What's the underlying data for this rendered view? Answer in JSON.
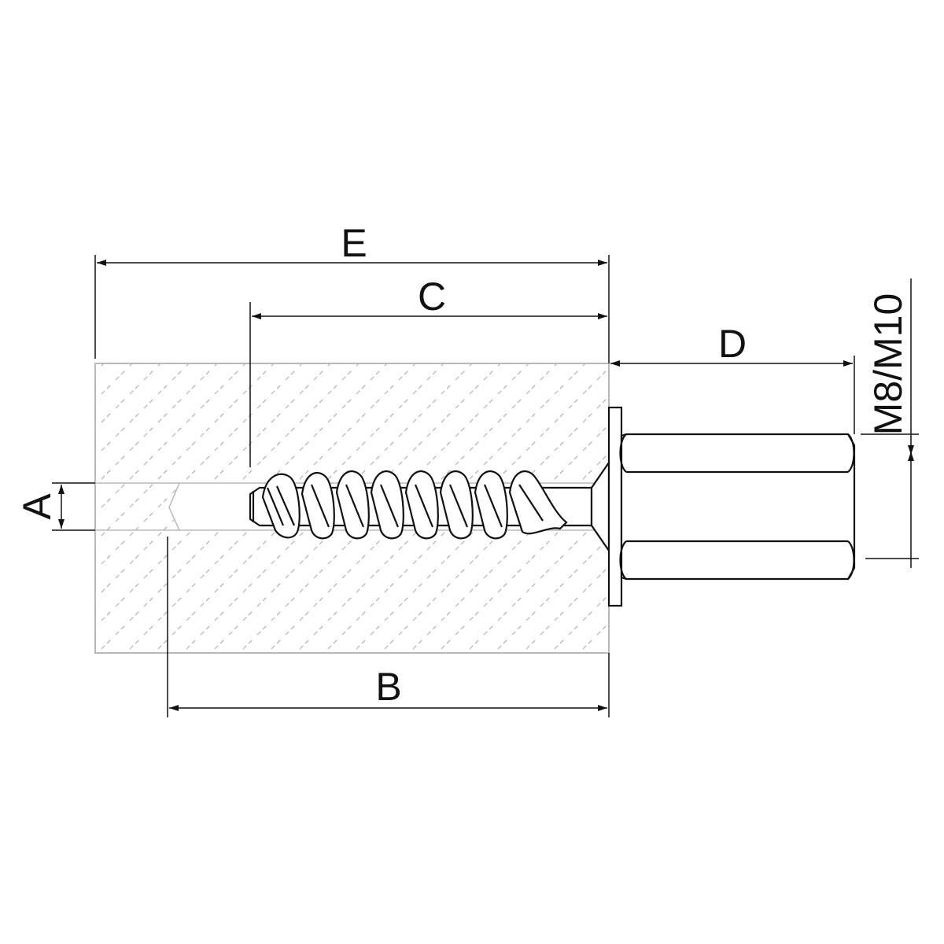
{
  "labels": {
    "a": "A",
    "b": "B",
    "c": "C",
    "d": "D",
    "e": "E",
    "thread": "M8/M10"
  },
  "colors": {
    "line": "#111111",
    "block_outline": "#b8b8b8",
    "hatch": "#b0b0b0",
    "background": "#ffffff"
  }
}
